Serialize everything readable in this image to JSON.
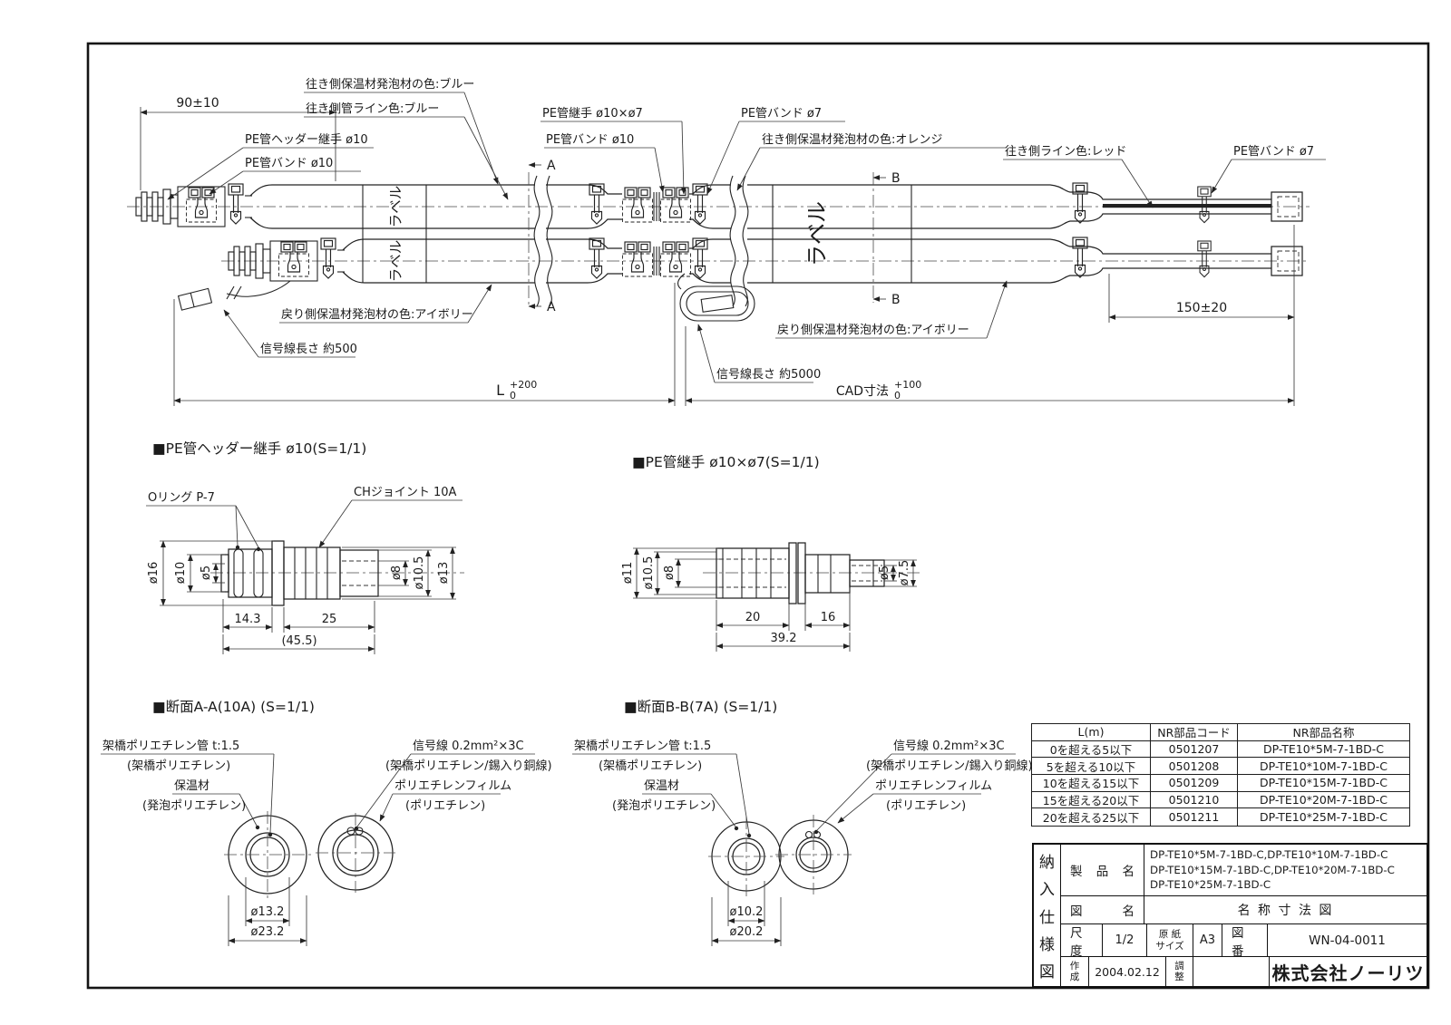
{
  "main": {
    "dims": {
      "d90": "90±10",
      "d150": "150±20",
      "L": "L",
      "L_up": "+200",
      "L_dn": "0",
      "cad": "CAD寸法",
      "cad_up": "+100",
      "cad_dn": "0"
    },
    "sections": {
      "a": "A",
      "b": "B"
    },
    "sticker": "ラベル",
    "labels": {
      "supply_foam": "往き側保温材発泡材の色:ブルー",
      "supply_line": "往き側管ライン色:ブルー",
      "header_joint": "PE管ヘッダー継手 ø10",
      "band10_left": "PE管バンド ø10",
      "joint_10x7": "PE管継手 ø10×ø7",
      "band10_mid": "PE管バンド ø10",
      "band7_mid": "PE管バンド ø7",
      "supply_foam_orange": "往き側保温材発泡材の色:オレンジ",
      "supply_line_red": "往き側ライン色:レッド",
      "band7_right": "PE管バンド ø7",
      "return_foam_left": "戻り側保温材発泡材の色:アイボリー",
      "signal_500": "信号線長さ 約500",
      "return_foam_right": "戻り側保温材発泡材の色:アイボリー",
      "signal_5000": "信号線長さ 約5000"
    }
  },
  "detail_header": {
    "title": "■PE管ヘッダー継手 ø10(S=1/1)",
    "oring": "Oリング P-7",
    "ch_joint": "CHジョイント 10A",
    "dims": {
      "d16": "ø16",
      "d10": "ø10",
      "d5": "ø5",
      "d8": "ø8",
      "d105": "ø10.5",
      "d13": "ø13",
      "len1": "14.3",
      "len2": "25",
      "total": "(45.5)"
    }
  },
  "detail_joint": {
    "title": "■PE管継手 ø10×ø7(S=1/1)",
    "dims": {
      "d11": "ø11",
      "d105": "ø10.5",
      "d8": "ø8",
      "d5": "ø5",
      "d75": "ø7.5",
      "len1": "20",
      "len2": "16",
      "total": "39.2"
    }
  },
  "section_aa": {
    "title": "■断面A-A(10A) (S=1/1)",
    "pipe": "架橋ポリエチレン管 t:1.5",
    "pipe_sub": "(架橋ポリエチレン)",
    "insulation": "保温材",
    "insulation_sub": "(発泡ポリエチレン)",
    "signal": "信号線 0.2mm²×3C",
    "signal_sub": "(架橋ポリエチレン/錫入り銅線)",
    "film": "ポリエチレンフィルム",
    "film_sub": "(ポリエチレン)",
    "dims": {
      "inner": "ø13.2",
      "outer": "ø23.2"
    }
  },
  "section_bb": {
    "title": "■断面B-B(7A) (S=1/1)",
    "pipe": "架橋ポリエチレン管 t:1.5",
    "pipe_sub": "(架橋ポリエチレン)",
    "insulation": "保温材",
    "insulation_sub": "(発泡ポリエチレン)",
    "signal": "信号線 0.2mm²×3C",
    "signal_sub": "(架橋ポリエチレン/錫入り銅線)",
    "film": "ポリエチレンフィルム",
    "film_sub": "(ポリエチレン)",
    "dims": {
      "inner": "ø10.2",
      "outer": "ø20.2"
    }
  },
  "parts_table": {
    "headers": [
      "L(m)",
      "NR部品コード",
      "NR部品名称"
    ],
    "rows": [
      [
        "0を超える5以下",
        "0501207",
        "DP-TE10*5M-7-1BD-C"
      ],
      [
        "5を超える10以下",
        "0501208",
        "DP-TE10*10M-7-1BD-C"
      ],
      [
        "10を超える15以下",
        "0501209",
        "DP-TE10*15M-7-1BD-C"
      ],
      [
        "15を超える20以下",
        "0501210",
        "DP-TE10*20M-7-1BD-C"
      ],
      [
        "20を超える25以下",
        "0501211",
        "DP-TE10*25M-7-1BD-C"
      ]
    ]
  },
  "title_block": {
    "doc_type": [
      "納",
      "入",
      "仕",
      "様",
      "図"
    ],
    "product_label": "製 品 名",
    "product_lines": [
      "DP-TE10*5M-7-1BD-C,DP-TE10*10M-7-1BD-C",
      "DP-TE10*15M-7-1BD-C,DP-TE10*20M-7-1BD-C",
      "DP-TE10*25M-7-1BD-C"
    ],
    "name_label": "図 名",
    "drawing_name": "名 称 寸 法 図",
    "scale_label": "尺 度",
    "scale": "1/2",
    "paper_label": "原 紙\nサイズ",
    "paper_size": "A3",
    "no_label": "図 番",
    "drawing_no": "WN-04-0011",
    "created_label": "作\n成",
    "created": "2004.02.12",
    "adjust_label": "調\n整",
    "company": "株式会社ノーリツ"
  }
}
